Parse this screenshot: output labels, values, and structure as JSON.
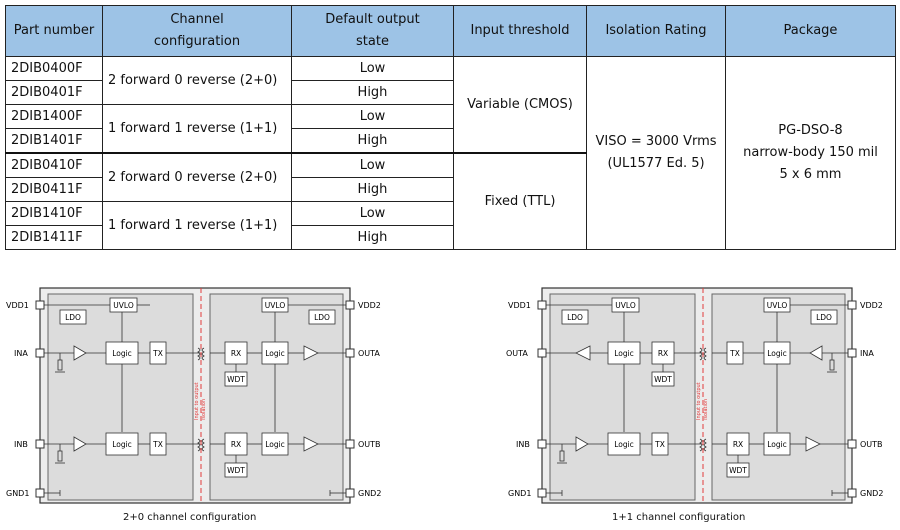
{
  "table": {
    "headers": {
      "part_number": "Part number",
      "channel_configuration": [
        "Channel",
        "configuration"
      ],
      "default_output_state": [
        "Default output",
        "state"
      ],
      "input_threshold": "Input threshold",
      "isolation_rating": "Isolation Rating",
      "package": "Package"
    },
    "part_numbers": [
      "2DIB0400F",
      "2DIB0401F",
      "2DIB1400F",
      "2DIB1401F",
      "2DIB0410F",
      "2DIB0411F",
      "2DIB1410F",
      "2DIB1411F"
    ],
    "configs": [
      "2 forward 0 reverse (2+0)",
      "1 forward 1 reverse (1+1)",
      "2 forward 0 reverse (2+0)",
      "1 forward 1 reverse (1+1)"
    ],
    "output_states": [
      "Low",
      "High",
      "Low",
      "High",
      "Low",
      "High",
      "Low",
      "High"
    ],
    "thresholds": [
      "Variable (CMOS)",
      "Fixed (TTL)"
    ],
    "isolation": [
      "VISO = 3000 Vrms",
      "(UL1577 Ed. 5)"
    ],
    "package": [
      "PG-DSO-8",
      "narrow-body 150 mil",
      "5 x 6 mm"
    ]
  },
  "diagram_labels": {
    "vdd1": "VDD1",
    "vdd2": "VDD2",
    "gnd1": "GND1",
    "gnd2": "GND2",
    "ina": "INA",
    "inb": "INB",
    "outa": "OUTA",
    "outb": "OUTB",
    "uvlo": "UVLO",
    "ldo": "LDO",
    "logic": "Logic",
    "tx": "TX",
    "rx": "RX",
    "wdt": "WDT",
    "barrier": [
      "Input to output",
      "isolation"
    ]
  },
  "captions": [
    "2+0 channel configuration",
    "1+1 channel configuration"
  ]
}
